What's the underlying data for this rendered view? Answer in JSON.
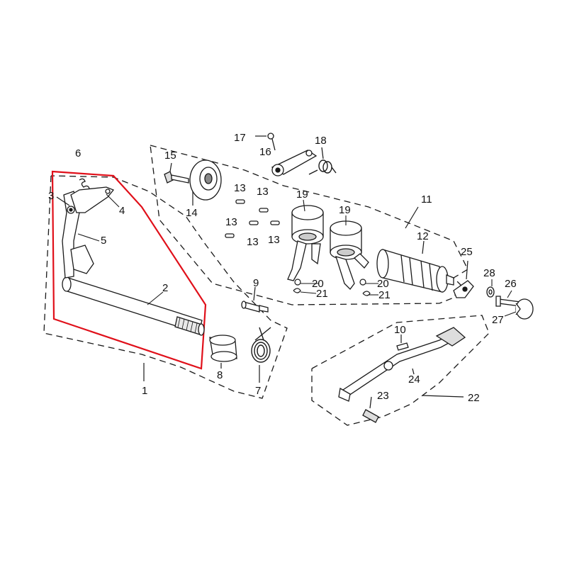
{
  "diagram": {
    "colors": {
      "background": "#ffffff",
      "line": "#1a1a1a",
      "highlight": "#e0101a"
    },
    "labels": {
      "p1": "1",
      "p2": "2",
      "p3": "3",
      "p4": "4",
      "p5": "5",
      "p6": "6",
      "p7": "7",
      "p8": "8",
      "p9": "9",
      "p10": "10",
      "p11": "11",
      "p12": "12",
      "p13a": "13",
      "p13b": "13",
      "p13c": "13",
      "p13d": "13",
      "p13e": "13",
      "p14": "14",
      "p15": "15",
      "p16": "16",
      "p17": "17",
      "p18": "18",
      "p19a": "19",
      "p19b": "19",
      "p20a": "20",
      "p20b": "20",
      "p21a": "21",
      "p21b": "21",
      "p22": "22",
      "p23": "23",
      "p24": "24",
      "p25": "25",
      "p26": "26",
      "p27": "27",
      "p28": "28"
    }
  }
}
